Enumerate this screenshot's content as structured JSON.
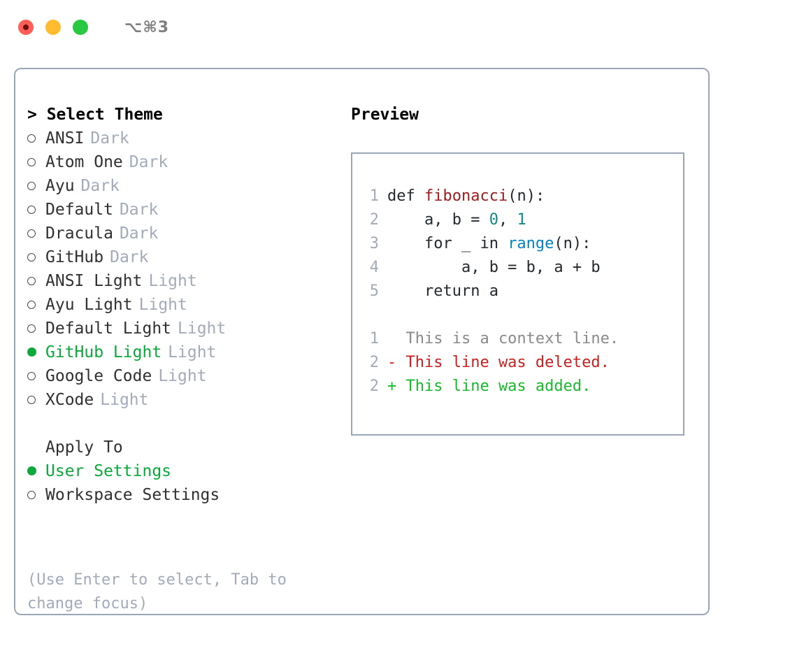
{
  "titlebar": {
    "shortcut": "⌥⌘3",
    "lights": [
      {
        "name": "close",
        "color": "#ff5f57"
      },
      {
        "name": "minimize",
        "color": "#febc2e"
      },
      {
        "name": "maximize",
        "color": "#28c840"
      }
    ]
  },
  "theme_picker": {
    "header": "> Select Theme",
    "items": [
      {
        "marker": "ring",
        "label": "ANSI",
        "suffix": "Dark",
        "selected": false
      },
      {
        "marker": "ring",
        "label": "Atom One",
        "suffix": "Dark",
        "selected": false
      },
      {
        "marker": "ring",
        "label": "Ayu",
        "suffix": "Dark",
        "selected": false
      },
      {
        "marker": "ring",
        "label": "Default",
        "suffix": "Dark",
        "selected": false
      },
      {
        "marker": "ring",
        "label": "Dracula",
        "suffix": "Dark",
        "selected": false
      },
      {
        "marker": "ring",
        "label": "GitHub",
        "suffix": "Dark",
        "selected": false
      },
      {
        "marker": "ring",
        "label": "ANSI Light",
        "suffix": "Light",
        "selected": false
      },
      {
        "marker": "ring",
        "label": "Ayu Light",
        "suffix": "Light",
        "selected": false
      },
      {
        "marker": "ring",
        "label": "Default Light",
        "suffix": "Light",
        "selected": false
      },
      {
        "marker": "dot",
        "label": "GitHub Light",
        "suffix": "Light",
        "selected": true
      },
      {
        "marker": "ring",
        "label": "Google Code",
        "suffix": "Light",
        "selected": false
      },
      {
        "marker": "ring",
        "label": "XCode",
        "suffix": "Light",
        "selected": false
      }
    ]
  },
  "apply_to": {
    "header": "Apply To",
    "options": [
      {
        "marker": "dot",
        "label": "User Settings",
        "selected": true
      },
      {
        "marker": "ring",
        "label": "Workspace Settings",
        "selected": false
      }
    ]
  },
  "hint": "(Use Enter to select, Tab to change focus)",
  "preview": {
    "title": "Preview",
    "code_lines": [
      {
        "num": "1",
        "spans": [
          {
            "text": "def ",
            "tok": "plain"
          },
          {
            "text": "fibonacci",
            "tok": "fn"
          },
          {
            "text": "(n):",
            "tok": "plain"
          }
        ]
      },
      {
        "num": "2",
        "spans": [
          {
            "text": "    a, b = ",
            "tok": "plain"
          },
          {
            "text": "0",
            "tok": "num"
          },
          {
            "text": ", ",
            "tok": "plain"
          },
          {
            "text": "1",
            "tok": "num"
          }
        ]
      },
      {
        "num": "3",
        "spans": [
          {
            "text": "    for _ in ",
            "tok": "plain"
          },
          {
            "text": "range",
            "tok": "call"
          },
          {
            "text": "(n):",
            "tok": "plain"
          }
        ]
      },
      {
        "num": "4",
        "spans": [
          {
            "text": "        a, b = b, a + b",
            "tok": "plain"
          }
        ]
      },
      {
        "num": "5",
        "spans": [
          {
            "text": "    return a",
            "tok": "plain"
          }
        ]
      }
    ],
    "diff_lines": [
      {
        "num": "1",
        "sign": " ",
        "text": " This is a context line.",
        "kind": "ctx"
      },
      {
        "num": "2",
        "sign": "-",
        "text": " This line was deleted.",
        "kind": "del"
      },
      {
        "num": "2",
        "sign": "+",
        "text": " This line was added.",
        "kind": "add"
      }
    ]
  },
  "colors": {
    "accent_green": "#0ba83c",
    "muted": "#a3aab8",
    "border": "#9aa6b8",
    "fn_red": "#a01b1b",
    "num_teal": "#0f8a86",
    "call_blue": "#0086c4",
    "diff_del": "#cc1f1f",
    "diff_add": "#16bb2a",
    "diff_ctx": "#8a8a8a"
  }
}
